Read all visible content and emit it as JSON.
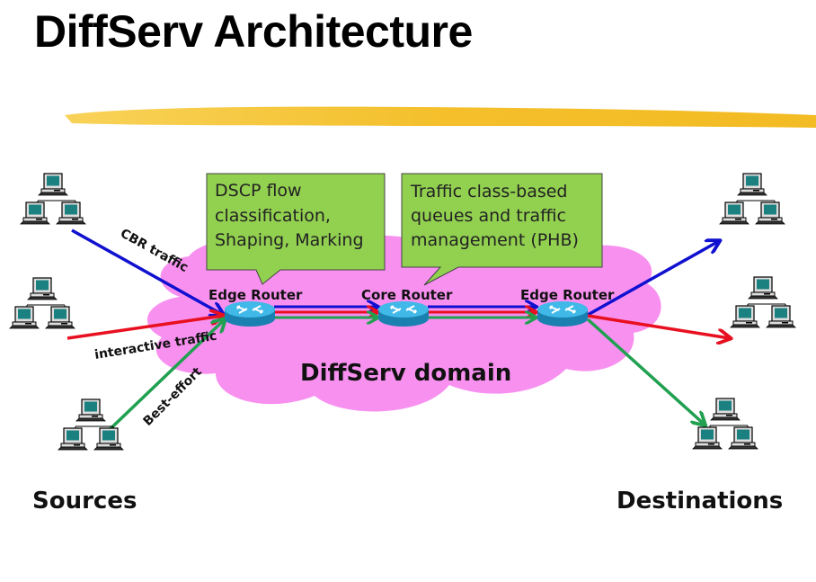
{
  "title": "DiffServ Architecture",
  "colors": {
    "cbr": "#1010d0",
    "interactive": "#e81020",
    "best_effort": "#20a050",
    "cloud": "#f890f0",
    "callout": "#92d050",
    "router_top": "#40b8e8",
    "router_side": "#1a80b0",
    "brush": "#f5c024"
  },
  "domain_label": "DiffServ domain",
  "routers": [
    {
      "label": "Edge Router",
      "role": "ingress"
    },
    {
      "label": "Core Router",
      "role": "core"
    },
    {
      "label": "Edge Router",
      "role": "egress"
    }
  ],
  "callouts": [
    {
      "lines": [
        "DSCP flow",
        "classification,",
        "Shaping, Marking"
      ]
    },
    {
      "lines": [
        "Traffic class-based",
        "queues and traffic",
        "management (PHB)"
      ]
    }
  ],
  "flows": [
    {
      "label": "CBR traffic",
      "color_key": "cbr"
    },
    {
      "label": "interactive traffic",
      "color_key": "interactive"
    },
    {
      "label": "Best-effort",
      "color_key": "best_effort"
    }
  ],
  "sources_label": "Sources",
  "destinations_label": "Destinations"
}
